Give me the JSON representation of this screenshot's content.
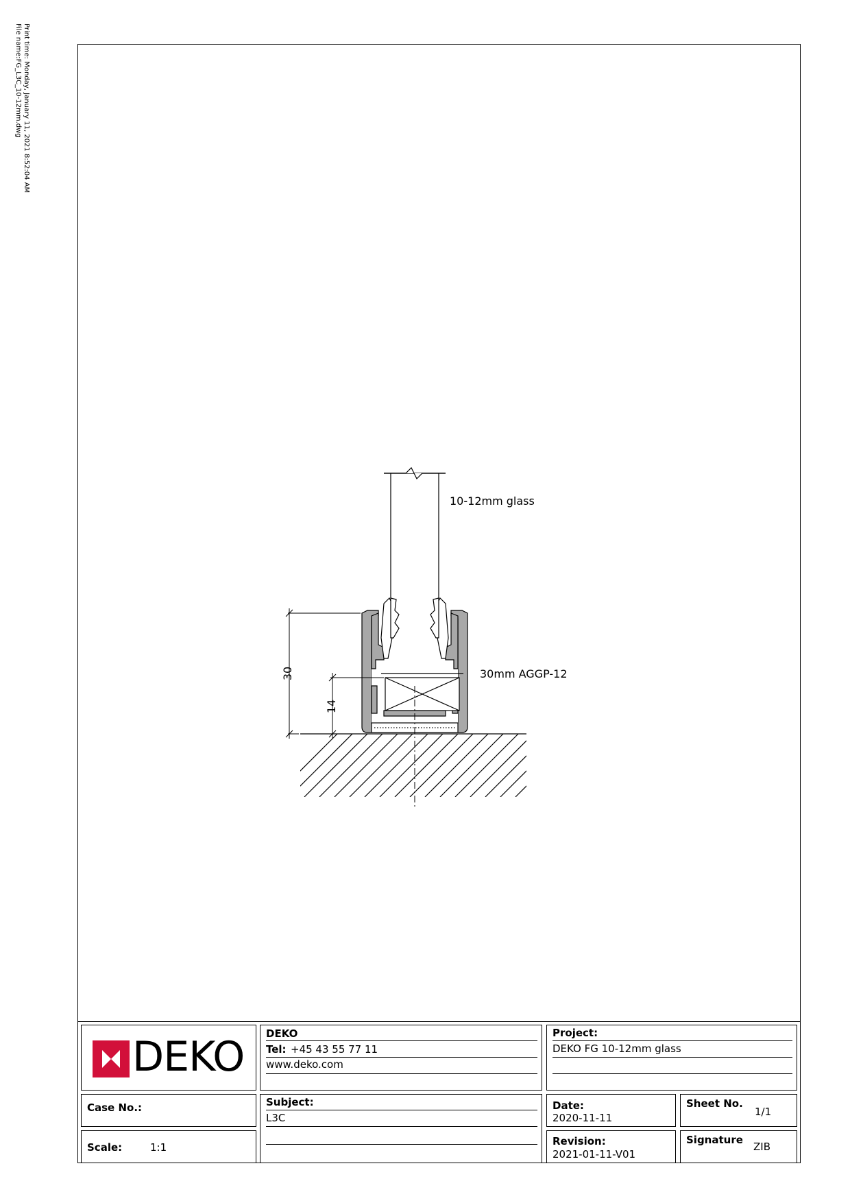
{
  "print_info": {
    "print_time": "Print time: Monday, January 11, 2021 8:52:04 AM",
    "file_name": "File name:FG_L3C_10-12mm.dwg"
  },
  "drawing": {
    "glass_label": "10-12mm glass",
    "profile_label": "30mm AGGP-12",
    "dim_height": "30",
    "dim_block": "14"
  },
  "title_block": {
    "logo_text": "DEKO",
    "company": {
      "name": "DEKO",
      "tel_label": "Tel:",
      "tel": "+45 43 55 77 11",
      "web": "www.deko.com"
    },
    "project_label": "Project:",
    "project": "DEKO FG 10-12mm glass",
    "case_no_label": "Case No.:",
    "case_no": "",
    "subject_label": "Subject:",
    "subject": "L3C",
    "date_label": "Date:",
    "date": "2020-11-11",
    "sheet_no_label": "Sheet No.",
    "sheet_no": "1/1",
    "scale_label": "Scale:",
    "scale": "1:1",
    "revision_label": "Revision:",
    "revision": "2021-01-11-V01",
    "signature_label": "Signature",
    "signature": "ZIB"
  },
  "colors": {
    "profile_fill": "#a8a8a8",
    "logo_red": "#d2103a",
    "line": "#000000"
  }
}
